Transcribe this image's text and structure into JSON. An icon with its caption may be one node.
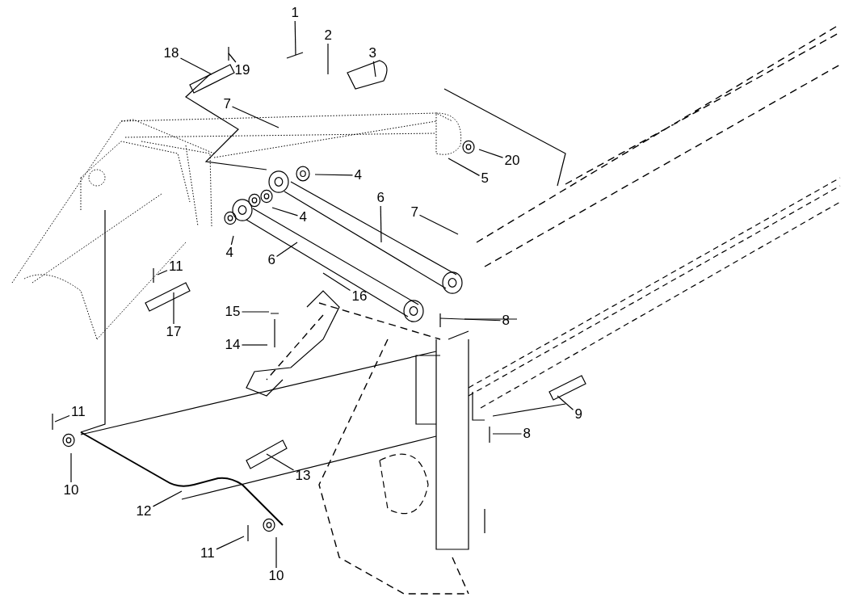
{
  "diagram": {
    "nodes": [
      {
        "text": [
          "1"
        ]
      },
      {
        "text": [
          "2"
        ]
      },
      {
        "text": [
          "3"
        ]
      },
      {
        "text": [
          "18"
        ]
      },
      {
        "text": [
          "19"
        ]
      },
      {
        "text": [
          "7"
        ]
      },
      {
        "text": [
          "20"
        ]
      },
      {
        "text": [
          "5"
        ]
      },
      {
        "text": [
          "4"
        ]
      },
      {
        "text": [
          "6"
        ]
      },
      {
        "text": [
          "7"
        ]
      },
      {
        "text": [
          "4"
        ]
      },
      {
        "text": [
          "4"
        ]
      },
      {
        "text": [
          "6"
        ]
      },
      {
        "text": [
          "11"
        ]
      },
      {
        "text": [
          "17"
        ]
      },
      {
        "text": [
          "16"
        ]
      },
      {
        "text": [
          "15"
        ]
      },
      {
        "text": [
          "14"
        ]
      },
      {
        "text": [
          "8"
        ]
      },
      {
        "text": [
          "9"
        ]
      },
      {
        "text": [
          "8"
        ]
      },
      {
        "text": [
          "11"
        ]
      },
      {
        "text": [
          "13"
        ]
      },
      {
        "text": [
          "10"
        ]
      },
      {
        "text": [
          "12"
        ]
      },
      {
        "text": [
          "11"
        ]
      },
      {
        "text": [
          "10"
        ]
      }
    ],
    "edges": [
      {
        "from": 0,
        "to": null,
        "arrow": "none"
      },
      {
        "from": 1,
        "to": null,
        "arrow": "none"
      },
      {
        "from": 2,
        "to": null,
        "arrow": "none"
      },
      {
        "from": 3,
        "to": null,
        "arrow": "none"
      },
      {
        "from": 4,
        "to": null,
        "arrow": "none"
      },
      {
        "from": 5,
        "to": null,
        "arrow": "none"
      },
      {
        "from": 6,
        "to": null,
        "arrow": "none"
      },
      {
        "from": 7,
        "to": null,
        "arrow": "none"
      },
      {
        "from": 8,
        "to": null,
        "arrow": "none"
      },
      {
        "from": 9,
        "to": null,
        "arrow": "none"
      },
      {
        "from": 10,
        "to": null,
        "arrow": "none"
      },
      {
        "from": 11,
        "to": null,
        "arrow": "none"
      },
      {
        "from": 12,
        "to": null,
        "arrow": "none"
      },
      {
        "from": 13,
        "to": null,
        "arrow": "none"
      },
      {
        "from": 14,
        "to": null,
        "arrow": "none"
      },
      {
        "from": 15,
        "to": null,
        "arrow": "none"
      },
      {
        "from": 16,
        "to": null,
        "arrow": "none"
      },
      {
        "from": 17,
        "to": null,
        "arrow": "none"
      },
      {
        "from": 18,
        "to": null,
        "arrow": "none"
      },
      {
        "from": 19,
        "to": null,
        "arrow": "none"
      },
      {
        "from": 20,
        "to": null,
        "arrow": "none"
      },
      {
        "from": 21,
        "to": null,
        "arrow": "none"
      },
      {
        "from": 22,
        "to": null,
        "arrow": "none"
      },
      {
        "from": 23,
        "to": null,
        "arrow": "none"
      },
      {
        "from": 24,
        "to": null,
        "arrow": "none"
      },
      {
        "from": 25,
        "to": null,
        "arrow": "none"
      },
      {
        "from": 26,
        "to": null,
        "arrow": "none"
      },
      {
        "from": 27,
        "to": null,
        "arrow": "none"
      }
    ]
  }
}
